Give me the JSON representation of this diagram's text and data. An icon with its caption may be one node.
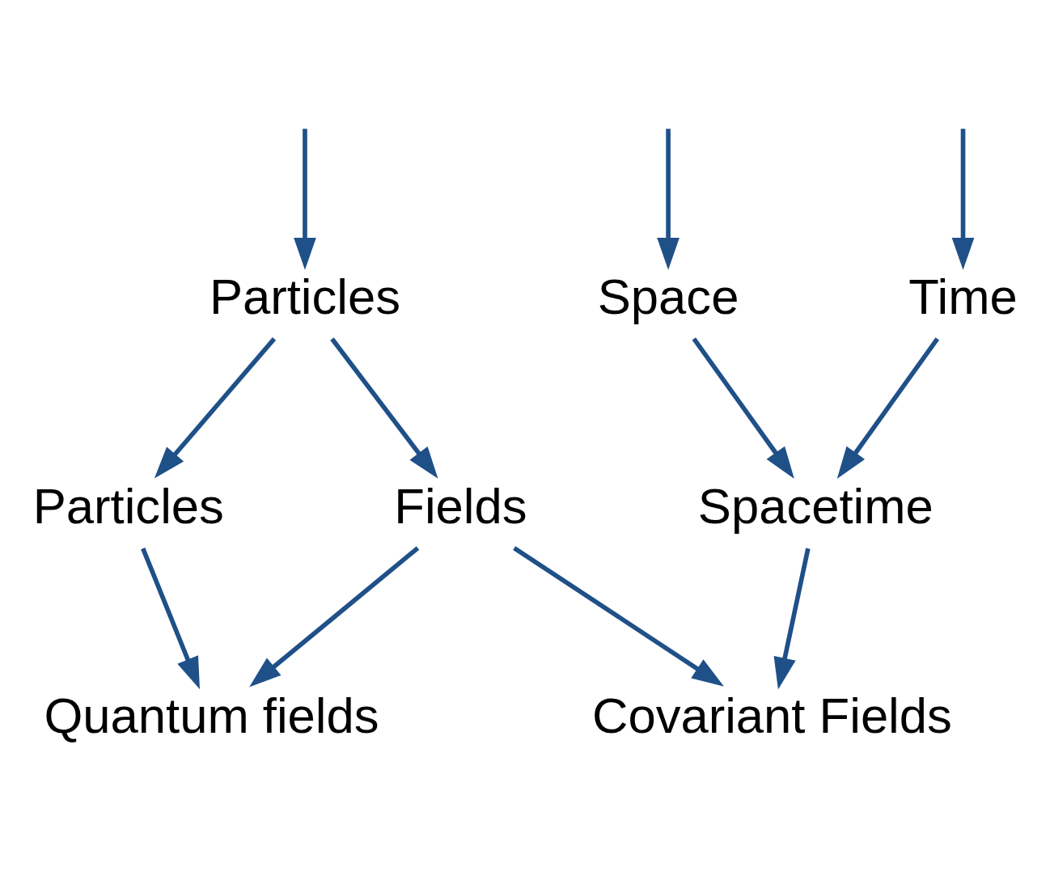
{
  "diagram": {
    "nodes": [
      {
        "text": [
          "Time"
        ]
      },
      {
        "text": [
          "Space"
        ]
      },
      {
        "text": [
          "Particles"
        ]
      },
      {
        "text": [
          "Fields"
        ]
      },
      {
        "text": [
          "Particles"
        ]
      },
      {
        "text": [
          "Spacetime"
        ]
      },
      {
        "text": [
          "Covariant Fields"
        ]
      },
      {
        "text": [
          "Quantum fields"
        ]
      }
    ],
    "edges": [
      {
        "from": null,
        "to": 0,
        "arrow": "to"
      },
      {
        "from": null,
        "to": 1,
        "arrow": "to"
      },
      {
        "from": null,
        "to": 2,
        "arrow": "to"
      },
      {
        "from": 0,
        "to": 5,
        "arrow": "to"
      },
      {
        "from": 1,
        "to": 5,
        "arrow": "to"
      },
      {
        "from": 2,
        "to": 3,
        "arrow": "to"
      },
      {
        "from": 2,
        "to": 4,
        "arrow": "to"
      },
      {
        "from": 5,
        "to": 6,
        "arrow": "to"
      },
      {
        "from": 3,
        "to": 6,
        "arrow": "to"
      },
      {
        "from": 3,
        "to": 7,
        "arrow": "to"
      },
      {
        "from": 4,
        "to": 7,
        "arrow": "to"
      }
    ]
  }
}
